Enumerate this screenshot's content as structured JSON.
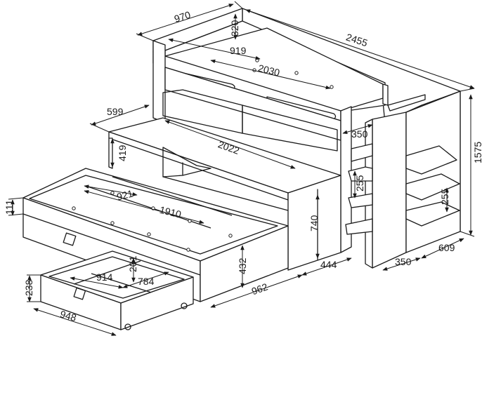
{
  "diagram": {
    "dimensions": {
      "top_depth": "970",
      "top_rail_height": "320",
      "top_inner_width": "919",
      "total_length": "2455",
      "top_mattress_length": "2030",
      "desk_depth": "599",
      "desk_height": "419",
      "desk_length": "2022",
      "shelf_depth": "350",
      "total_height": "1575",
      "shelf_gap_inner": "255",
      "shelf_gap_outer": "255",
      "trundle_width": "921",
      "trundle_length": "1910",
      "trundle_side": "111",
      "base_height": "740",
      "trundle_front_height": "432",
      "cabinet_width": "444",
      "trundle_depth": "962",
      "shelf_unit_width": "350",
      "shelf_unit_depth": "609",
      "drawer_height": "238",
      "drawer_inner_height": "201",
      "drawer_inner_width": "914",
      "drawer_inner_depth": "784",
      "drawer_width": "948"
    }
  }
}
